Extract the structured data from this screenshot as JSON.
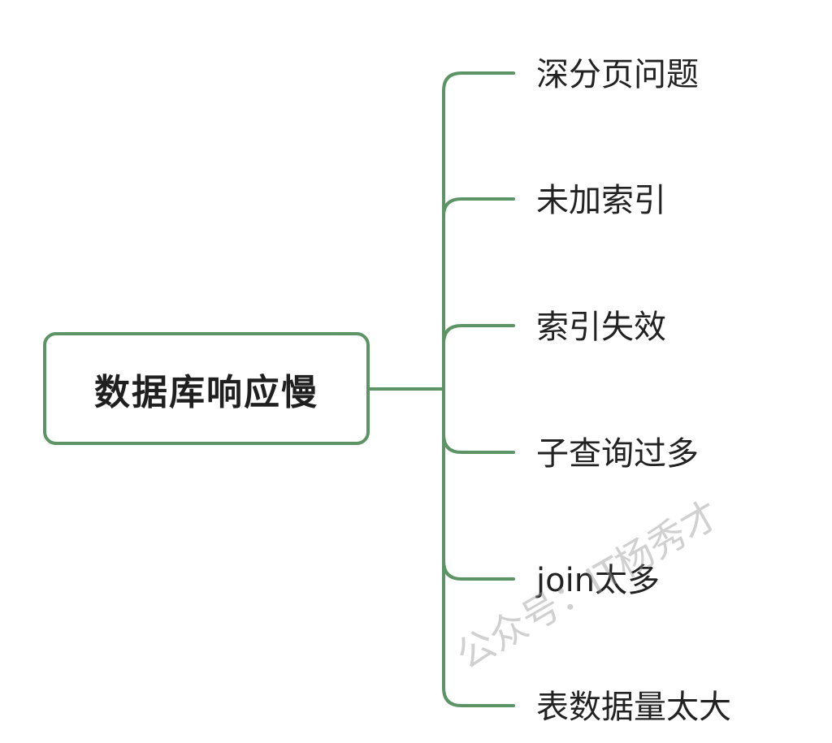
{
  "root": {
    "label": "数据库响应慢"
  },
  "branches": [
    {
      "label": "深分页问题"
    },
    {
      "label": "未加索引"
    },
    {
      "label": "索引失效"
    },
    {
      "label": "子查询过多"
    },
    {
      "label": "join太多"
    },
    {
      "label": "表数据量太大"
    }
  ],
  "watermark": {
    "text": "公众号：IT杨秀才"
  },
  "colors": {
    "connector": "#5d9465",
    "text": "#222222"
  }
}
